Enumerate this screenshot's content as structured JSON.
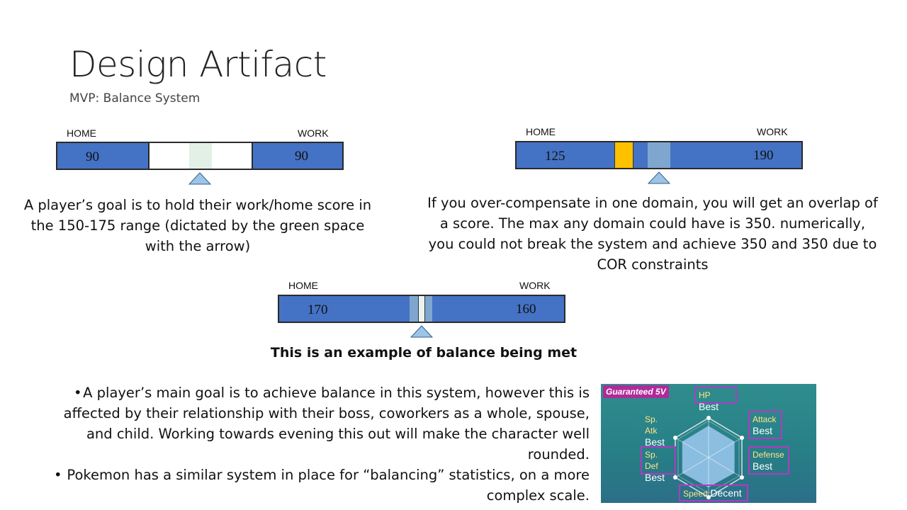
{
  "header": {
    "title": "Design Artifact",
    "subtitle": "MVP: Balance System"
  },
  "bar1": {
    "home_label": "HOME",
    "work_label": "WORK",
    "home_value": "90",
    "work_value": "90",
    "description": "A player’s goal is to hold their work/home score in the 150-175 range (dictated by the green space with the arrow)"
  },
  "bar2": {
    "home_label": "HOME",
    "work_label": "WORK",
    "home_value": "125",
    "work_value": "190",
    "description": "If you over-compensate in one domain, you will get an overlap of a score. The max any domain could have is 350. numerically, you could not break the system and achieve 350 and 350 due to COR constraints"
  },
  "bar3": {
    "home_label": "HOME",
    "work_label": "WORK",
    "home_value": "170",
    "work_value": "160",
    "caption": "This is an example of balance being met"
  },
  "bullets": [
    "A player’s main goal is to achieve balance in this system, however this is affected by their relationship with their boss, coworkers as a whole, spouse, and child. Working towards evening this out will make the character well rounded.",
    "Pokemon has a similar system in place for “balancing” statistics, on a more complex scale."
  ],
  "pokemon": {
    "banner": "Guaranteed 5V",
    "stats": {
      "hp": {
        "name": "HP",
        "grade": "Best"
      },
      "attack": {
        "name": "Attack",
        "grade": "Best"
      },
      "defense": {
        "name": "Defense",
        "grade": "Best"
      },
      "speed": {
        "name": "Speed",
        "grade": "Decent"
      },
      "sp_def": {
        "name": "Sp. Def",
        "grade": "Best"
      },
      "sp_atk": {
        "name": "Sp. Atk",
        "grade": "Best"
      }
    }
  },
  "colors": {
    "bar_blue": "#4472C4",
    "green_zone": "#e2f0e6",
    "overlap_orange": "#FFC000",
    "arrow_fill": "#9dc3e6"
  }
}
